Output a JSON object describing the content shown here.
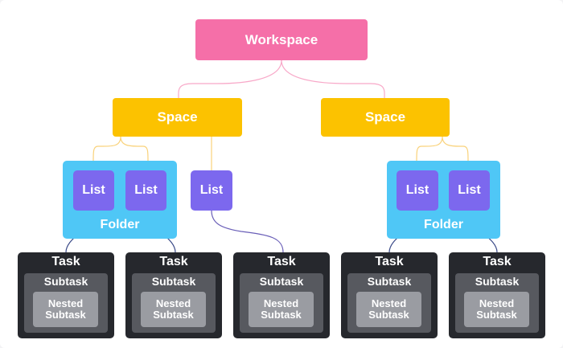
{
  "workspace": {
    "label": "Workspace"
  },
  "spaces": [
    {
      "label": "Space"
    },
    {
      "label": "Space"
    }
  ],
  "folders": [
    {
      "label": "Folder"
    },
    {
      "label": "Folder"
    }
  ],
  "lists": [
    {
      "label": "List"
    },
    {
      "label": "List"
    },
    {
      "label": "List"
    },
    {
      "label": "List"
    },
    {
      "label": "List"
    }
  ],
  "tasks": [
    {
      "label": "Task",
      "subtask": "Subtask",
      "nested": [
        "Nested",
        "Subtask"
      ]
    },
    {
      "label": "Task",
      "subtask": "Subtask",
      "nested": [
        "Nested",
        "Subtask"
      ]
    },
    {
      "label": "Task",
      "subtask": "Subtask",
      "nested": [
        "Nested",
        "Subtask"
      ]
    },
    {
      "label": "Task",
      "subtask": "Subtask",
      "nested": [
        "Nested",
        "Subtask"
      ]
    },
    {
      "label": "Task",
      "subtask": "Subtask",
      "nested": [
        "Nested",
        "Subtask"
      ]
    }
  ],
  "colors": {
    "workspace": "#f56fa8",
    "space": "#fcc200",
    "folder": "#4fc7f6",
    "list": "#7c68ee",
    "task": "#26282d",
    "subtask": "#57595f",
    "nested": "#9a9ca2"
  }
}
